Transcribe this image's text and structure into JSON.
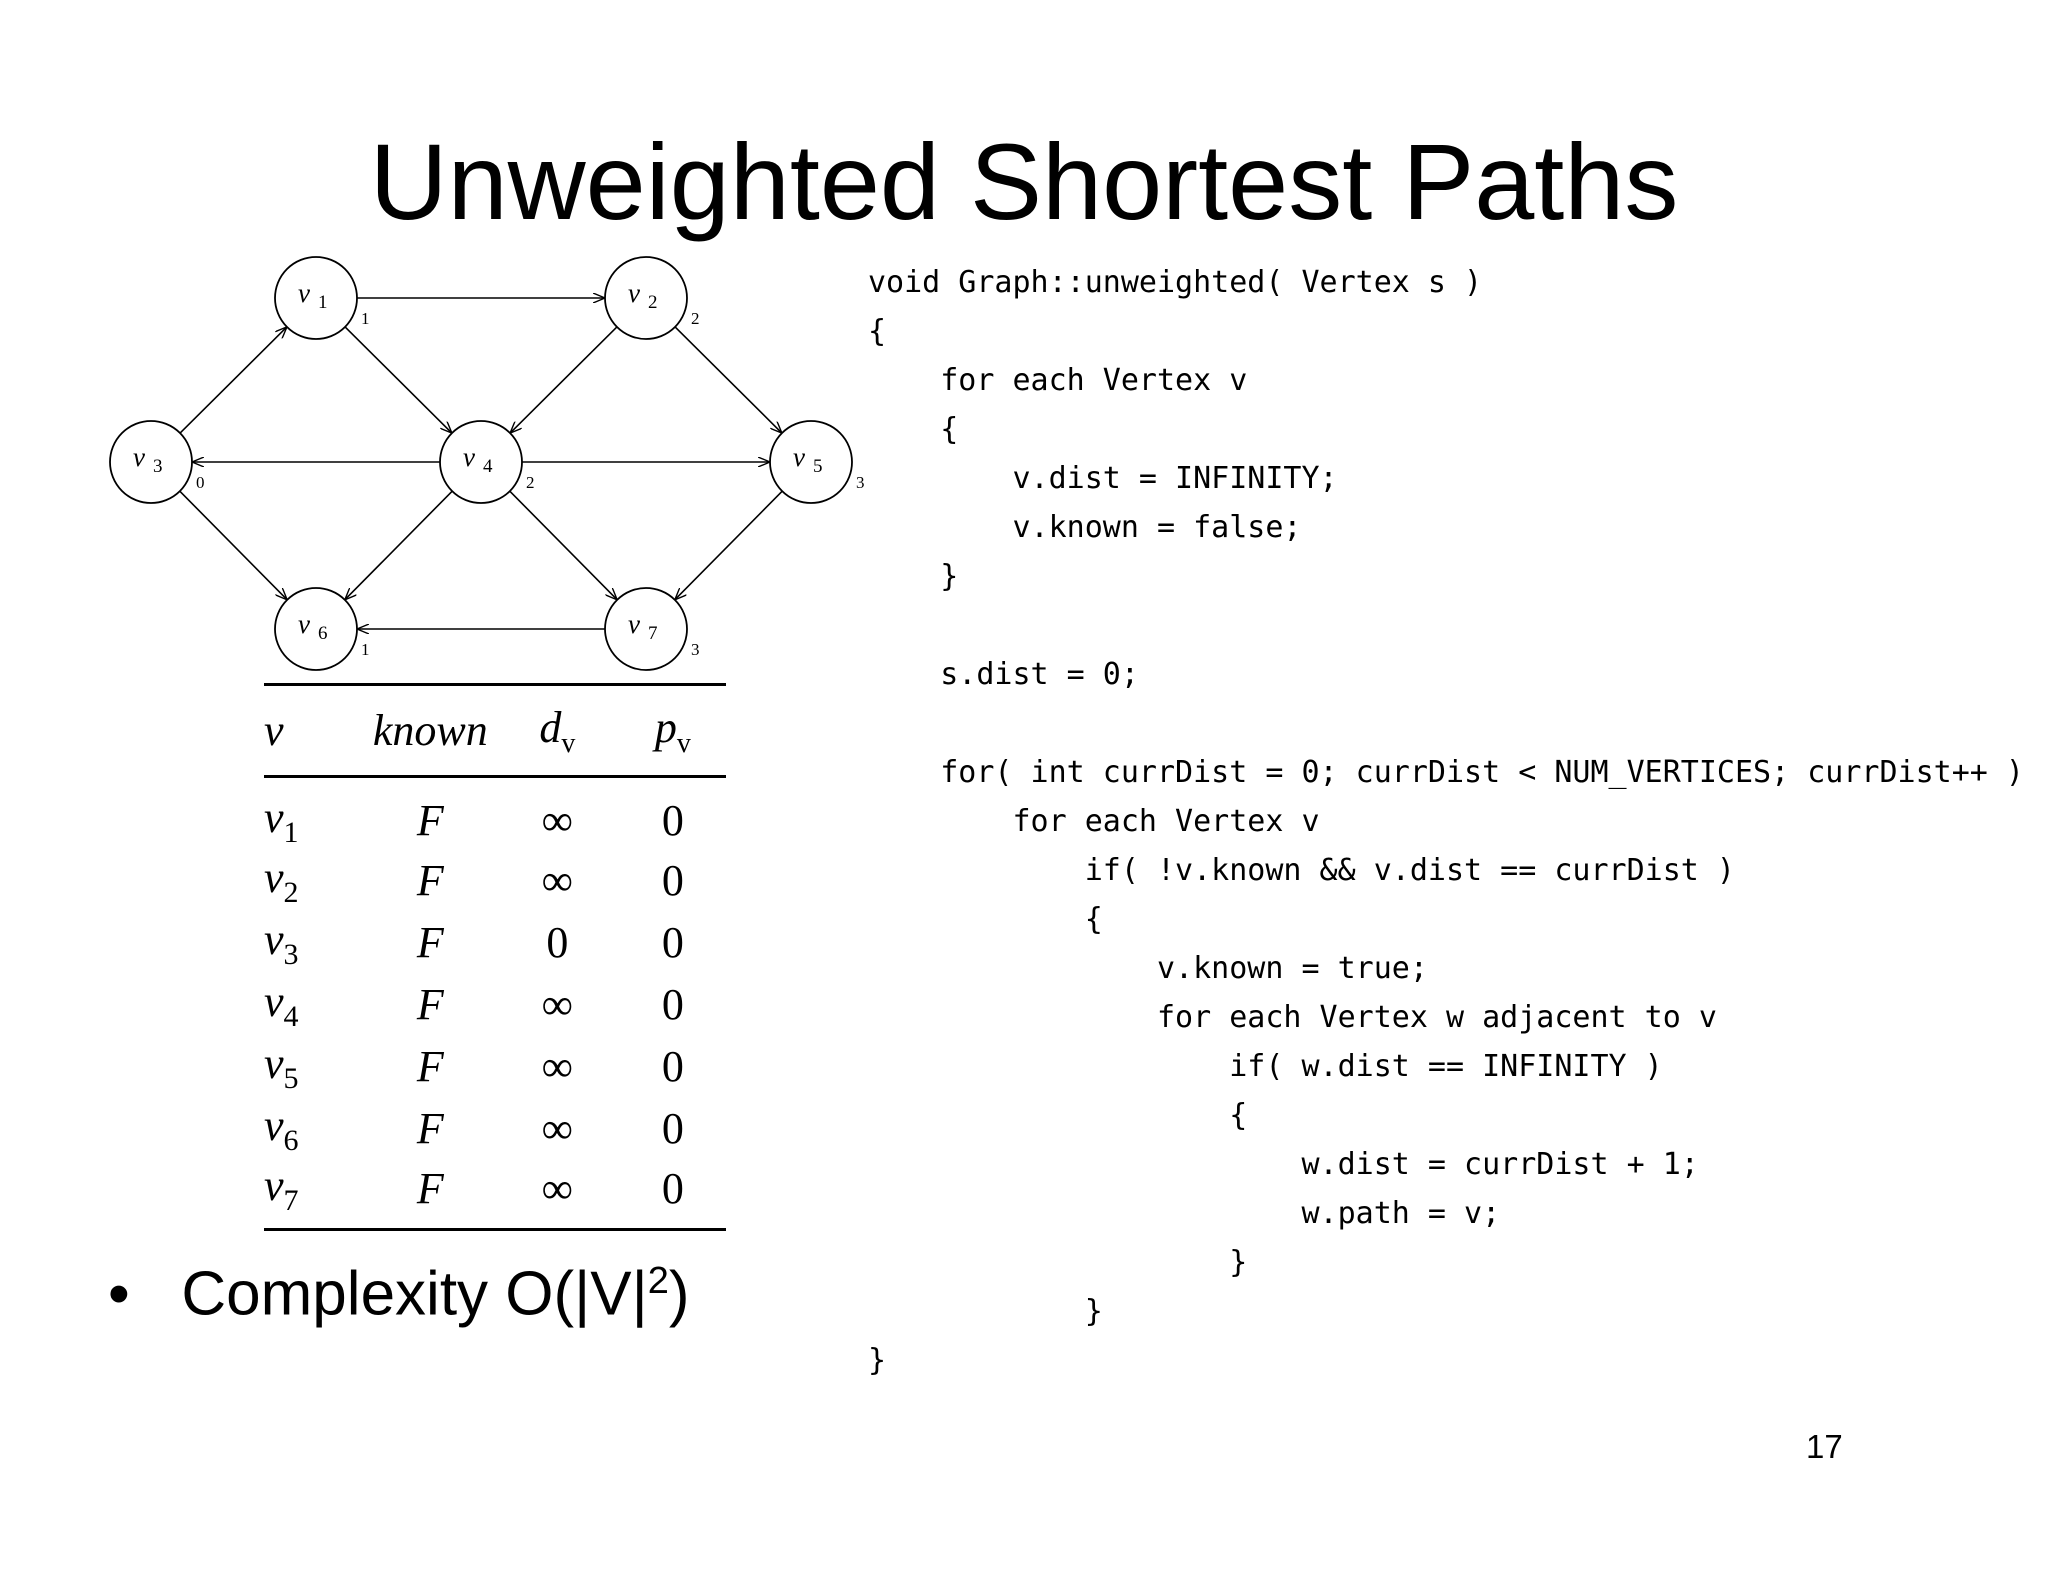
{
  "slide": {
    "title": "Unweighted Shortest Paths",
    "page_number": "17"
  },
  "graph": {
    "vertices": [
      {
        "id": "v1",
        "label": "v",
        "sub": "1",
        "dist": "1"
      },
      {
        "id": "v2",
        "label": "v",
        "sub": "2",
        "dist": "2"
      },
      {
        "id": "v3",
        "label": "v",
        "sub": "3",
        "dist": "0"
      },
      {
        "id": "v4",
        "label": "v",
        "sub": "4",
        "dist": "2"
      },
      {
        "id": "v5",
        "label": "v",
        "sub": "5",
        "dist": "3"
      },
      {
        "id": "v6",
        "label": "v",
        "sub": "6",
        "dist": "1"
      },
      {
        "id": "v7",
        "label": "v",
        "sub": "7",
        "dist": "3"
      }
    ],
    "edges": [
      {
        "from": "v1",
        "to": "v2"
      },
      {
        "from": "v1",
        "to": "v4"
      },
      {
        "from": "v2",
        "to": "v4"
      },
      {
        "from": "v2",
        "to": "v5"
      },
      {
        "from": "v3",
        "to": "v1"
      },
      {
        "from": "v3",
        "to": "v6"
      },
      {
        "from": "v4",
        "to": "v3"
      },
      {
        "from": "v4",
        "to": "v5"
      },
      {
        "from": "v4",
        "to": "v6"
      },
      {
        "from": "v4",
        "to": "v7"
      },
      {
        "from": "v5",
        "to": "v7"
      },
      {
        "from": "v7",
        "to": "v6"
      }
    ]
  },
  "table": {
    "headers": {
      "v": "v",
      "known": "known",
      "dv": "d",
      "dv_sub": "v",
      "pv": "p",
      "pv_sub": "v"
    },
    "rows": [
      {
        "v": "v",
        "sub": "1",
        "known": "F",
        "dv": "∞",
        "pv": "0"
      },
      {
        "v": "v",
        "sub": "2",
        "known": "F",
        "dv": "∞",
        "pv": "0"
      },
      {
        "v": "v",
        "sub": "3",
        "known": "F",
        "dv": "0",
        "pv": "0"
      },
      {
        "v": "v",
        "sub": "4",
        "known": "F",
        "dv": "∞",
        "pv": "0"
      },
      {
        "v": "v",
        "sub": "5",
        "known": "F",
        "dv": "∞",
        "pv": "0"
      },
      {
        "v": "v",
        "sub": "6",
        "known": "F",
        "dv": "∞",
        "pv": "0"
      },
      {
        "v": "v",
        "sub": "7",
        "known": "F",
        "dv": "∞",
        "pv": "0"
      }
    ]
  },
  "bullet": {
    "marker": "•",
    "text": "Complexity O(|V|",
    "sup": "2",
    "close": ")"
  },
  "code": {
    "lines": [
      "void Graph::unweighted( Vertex s )",
      "{",
      "    for each Vertex v",
      "    {",
      "        v.dist = INFINITY;",
      "        v.known = false;",
      "    }",
      "",
      "    s.dist = 0;",
      "",
      "    for( int currDist = 0; currDist < NUM_VERTICES; currDist++ )",
      "        for each Vertex v",
      "            if( !v.known && v.dist == currDist )",
      "            {",
      "                v.known = true;",
      "                for each Vertex w adjacent to v",
      "                    if( w.dist == INFINITY )",
      "                    {",
      "                        w.dist = currDist + 1;",
      "                        w.path = v;",
      "                    }",
      "            }",
      "}"
    ]
  }
}
